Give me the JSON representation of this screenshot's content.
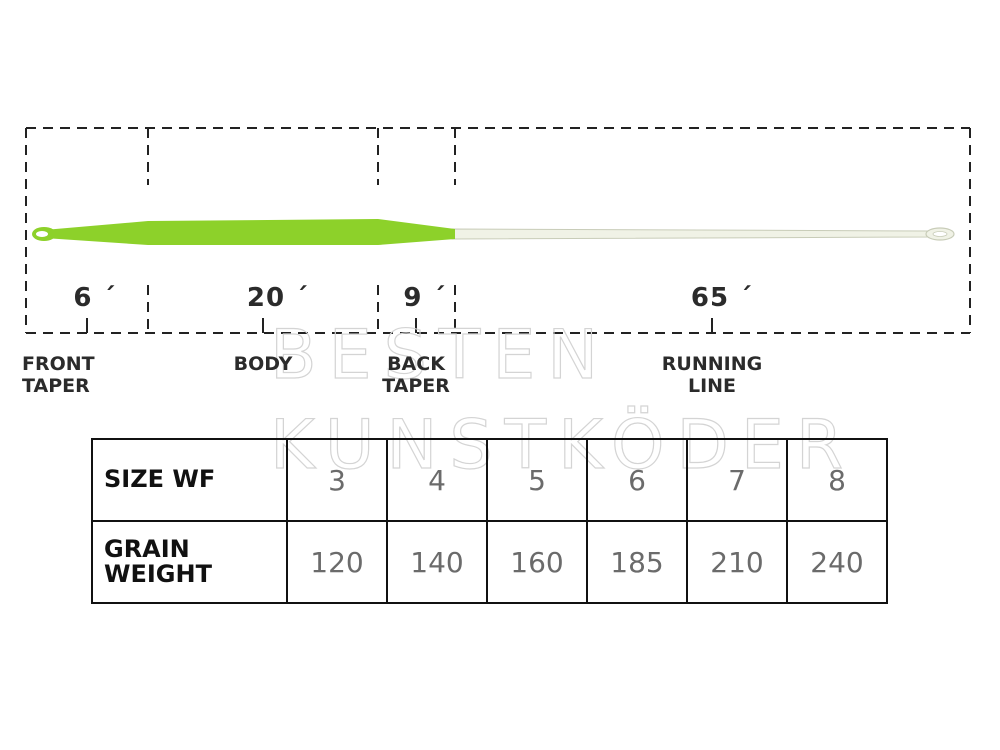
{
  "line": {
    "segments": [
      {
        "length": "6 ´",
        "name_lines": [
          "FRONT",
          "TAPER"
        ]
      },
      {
        "length": "20 ´",
        "name_lines": [
          "BODY"
        ]
      },
      {
        "length": "9 ´",
        "name_lines": [
          "BACK",
          "TAPER"
        ]
      },
      {
        "length": "65 ´",
        "name_lines": [
          "RUNNING",
          "LINE"
        ]
      }
    ],
    "head_color": "#8dd12a",
    "running_line_color": "#f0f2e6"
  },
  "watermark": {
    "lines": [
      "BESTEN",
      "KUNSTKÖDER"
    ]
  },
  "table": {
    "rows": [
      {
        "header": [
          "SIZE WF"
        ],
        "values": [
          "3",
          "4",
          "5",
          "6",
          "7",
          "8"
        ]
      },
      {
        "header": [
          "GRAIN",
          "WEIGHT"
        ],
        "values": [
          "120",
          "140",
          "160",
          "185",
          "210",
          "240"
        ]
      }
    ]
  }
}
